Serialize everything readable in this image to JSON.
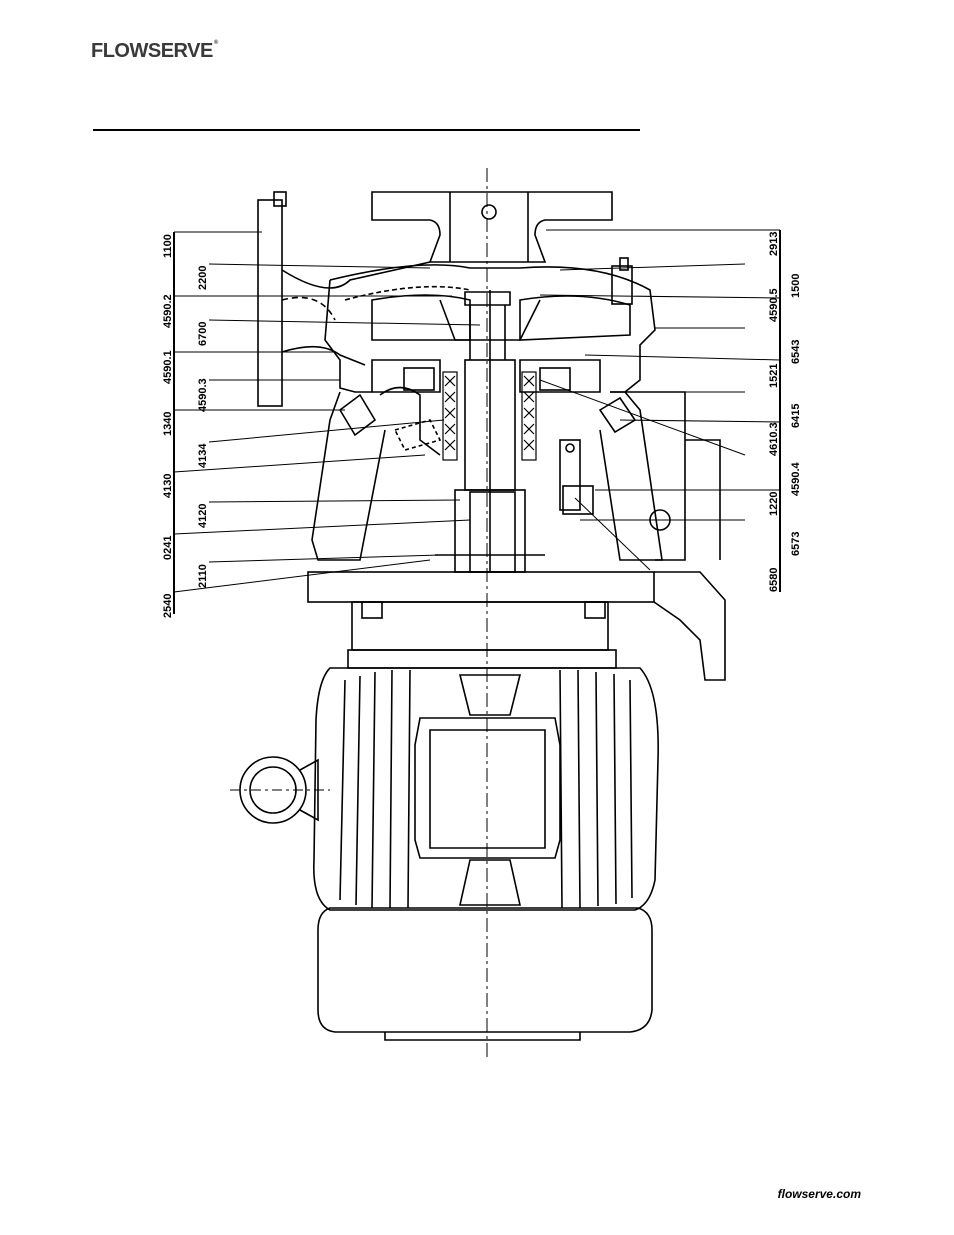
{
  "header": {
    "logo_text": "FLOWSERVE",
    "logo_mark": "®"
  },
  "footer": {
    "website": "flowserve.com"
  },
  "diagram": {
    "left_labels": [
      "1100",
      "2200",
      "4590.2",
      "6700",
      "4590.1",
      "4590.3",
      "1340",
      "4134",
      "4130",
      "4120",
      "0241",
      "2110",
      "2540"
    ],
    "right_labels": [
      "2913",
      "1500",
      "4590.5",
      "6543",
      "1521",
      "6415",
      "4610.3",
      "4590.4",
      "1220",
      "6573",
      "6580"
    ]
  }
}
